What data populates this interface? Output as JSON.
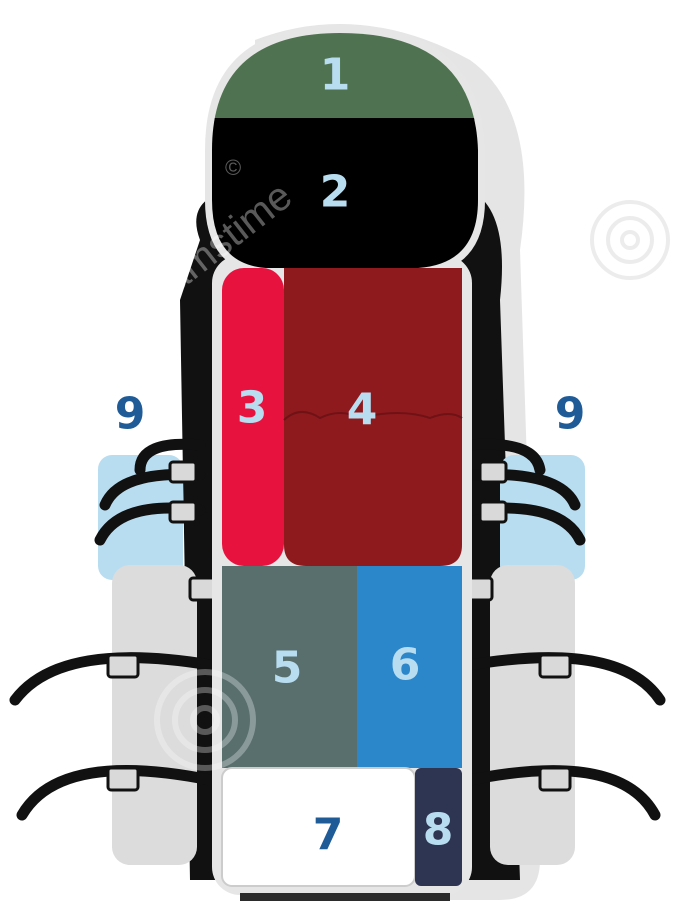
{
  "diagram": {
    "compartments": [
      {
        "id": "1",
        "label": "1",
        "color": "#4f7350",
        "text_color": "#b9ddf0"
      },
      {
        "id": "2",
        "label": "2",
        "color": "#000000",
        "text_color": "#b9ddf0"
      },
      {
        "id": "3",
        "label": "3",
        "color": "#e8123f",
        "text_color": "#b9ddf0"
      },
      {
        "id": "4",
        "label": "4",
        "color": "#8e1a1e",
        "text_color": "#b9ddf0"
      },
      {
        "id": "5",
        "label": "5",
        "color": "#586f6e",
        "text_color": "#b9ddf0"
      },
      {
        "id": "6",
        "label": "6",
        "color": "#2b87c9",
        "text_color": "#b9ddf0"
      },
      {
        "id": "7",
        "label": "7",
        "color": "#ffffff",
        "text_color": "#1f5c97"
      },
      {
        "id": "8",
        "label": "8",
        "color": "#2e3552",
        "text_color": "#b9ddf0"
      }
    ],
    "side_pockets": {
      "label": "9",
      "color": "#b9ddf0",
      "label_color": "#1f5c97"
    },
    "watermark": {
      "text": "dreamstime",
      "symbol": "©"
    },
    "colors": {
      "pack_body": "#dcdcdc",
      "pack_shadow": "#c9c9c9",
      "straps": "#111111",
      "buckles": "#9a9a9a",
      "outline": "#e6e6e6"
    }
  }
}
